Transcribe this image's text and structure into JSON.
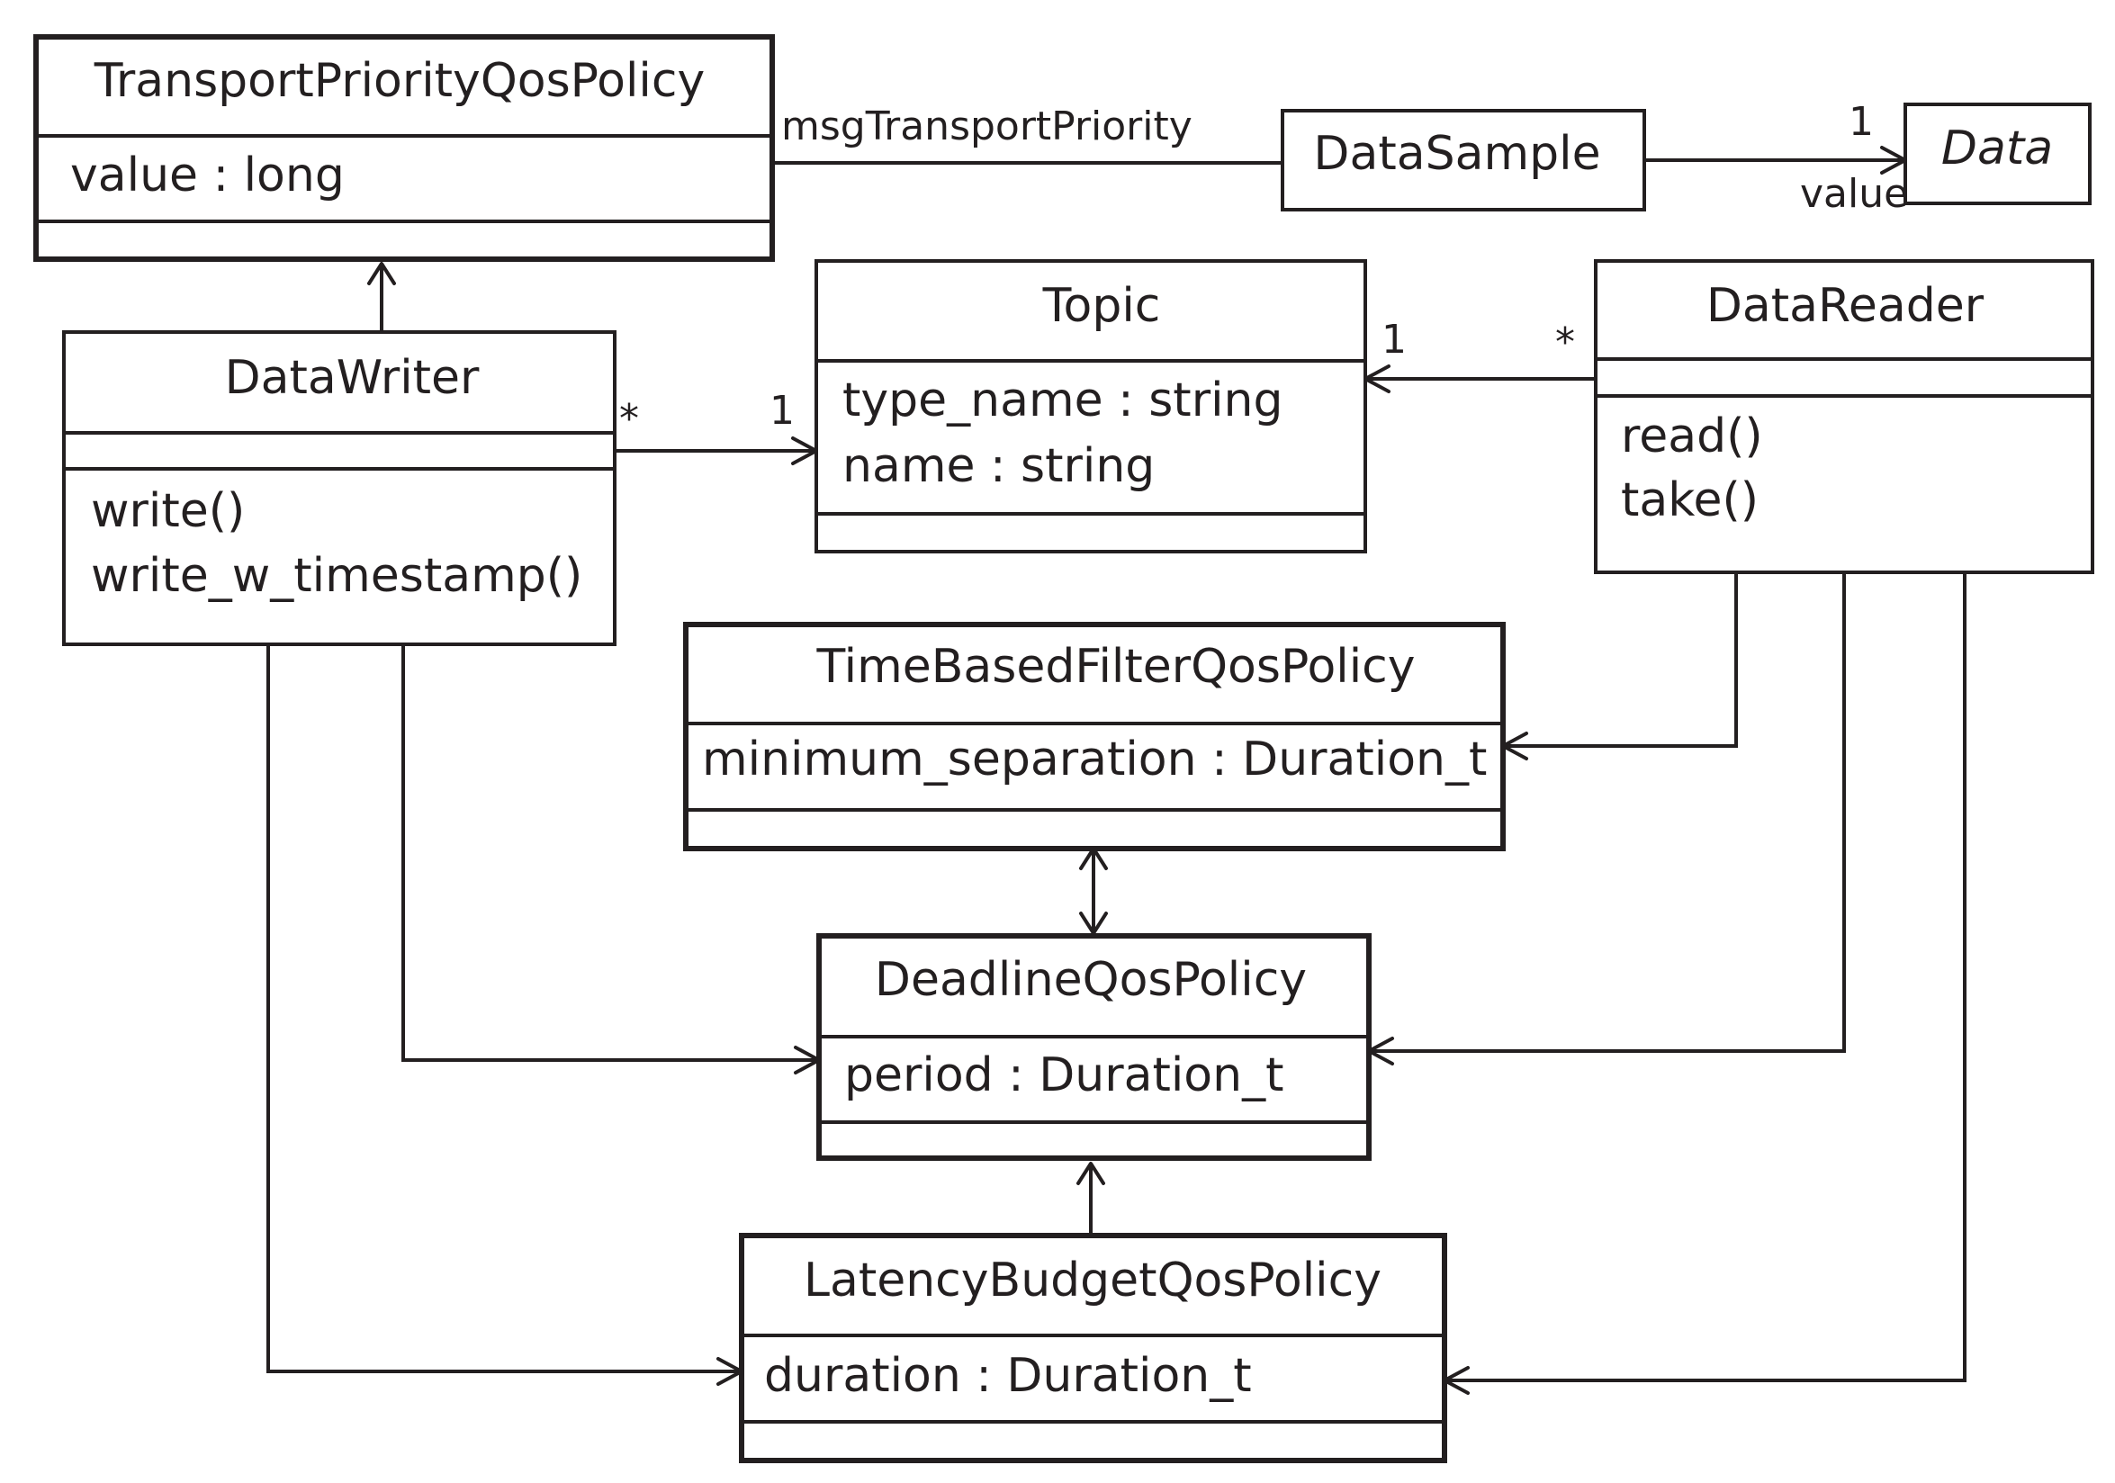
{
  "classes": {
    "transport_priority": {
      "name": "TransportPriorityQosPolicy",
      "attributes": [
        "value : long"
      ]
    },
    "data_sample": {
      "name": "DataSample"
    },
    "data": {
      "name": "Data"
    },
    "topic": {
      "name": "Topic",
      "attributes": [
        "type_name : string",
        "name : string"
      ]
    },
    "data_writer": {
      "name": "DataWriter",
      "operations": [
        "write()",
        "write_w_timestamp()"
      ]
    },
    "data_reader": {
      "name": "DataReader",
      "operations": [
        "read()",
        "take()"
      ]
    },
    "time_based_filter": {
      "name": "TimeBasedFilterQosPolicy",
      "attributes": [
        "minimum_separation : Duration_t"
      ]
    },
    "deadline": {
      "name": "DeadlineQosPolicy",
      "attributes": [
        "period : Duration_t"
      ]
    },
    "latency_budget": {
      "name": "LatencyBudgetQosPolicy",
      "attributes": [
        "duration : Duration_t"
      ]
    }
  },
  "associations": {
    "msg_transport_priority": "msgTransportPriority",
    "sample_to_data_multiplicity": "1",
    "sample_to_data_role": "value",
    "writer_multiplicity": "*",
    "writer_topic_multiplicity": "1",
    "reader_topic_multiplicity": "1",
    "reader_multiplicity": "*"
  }
}
